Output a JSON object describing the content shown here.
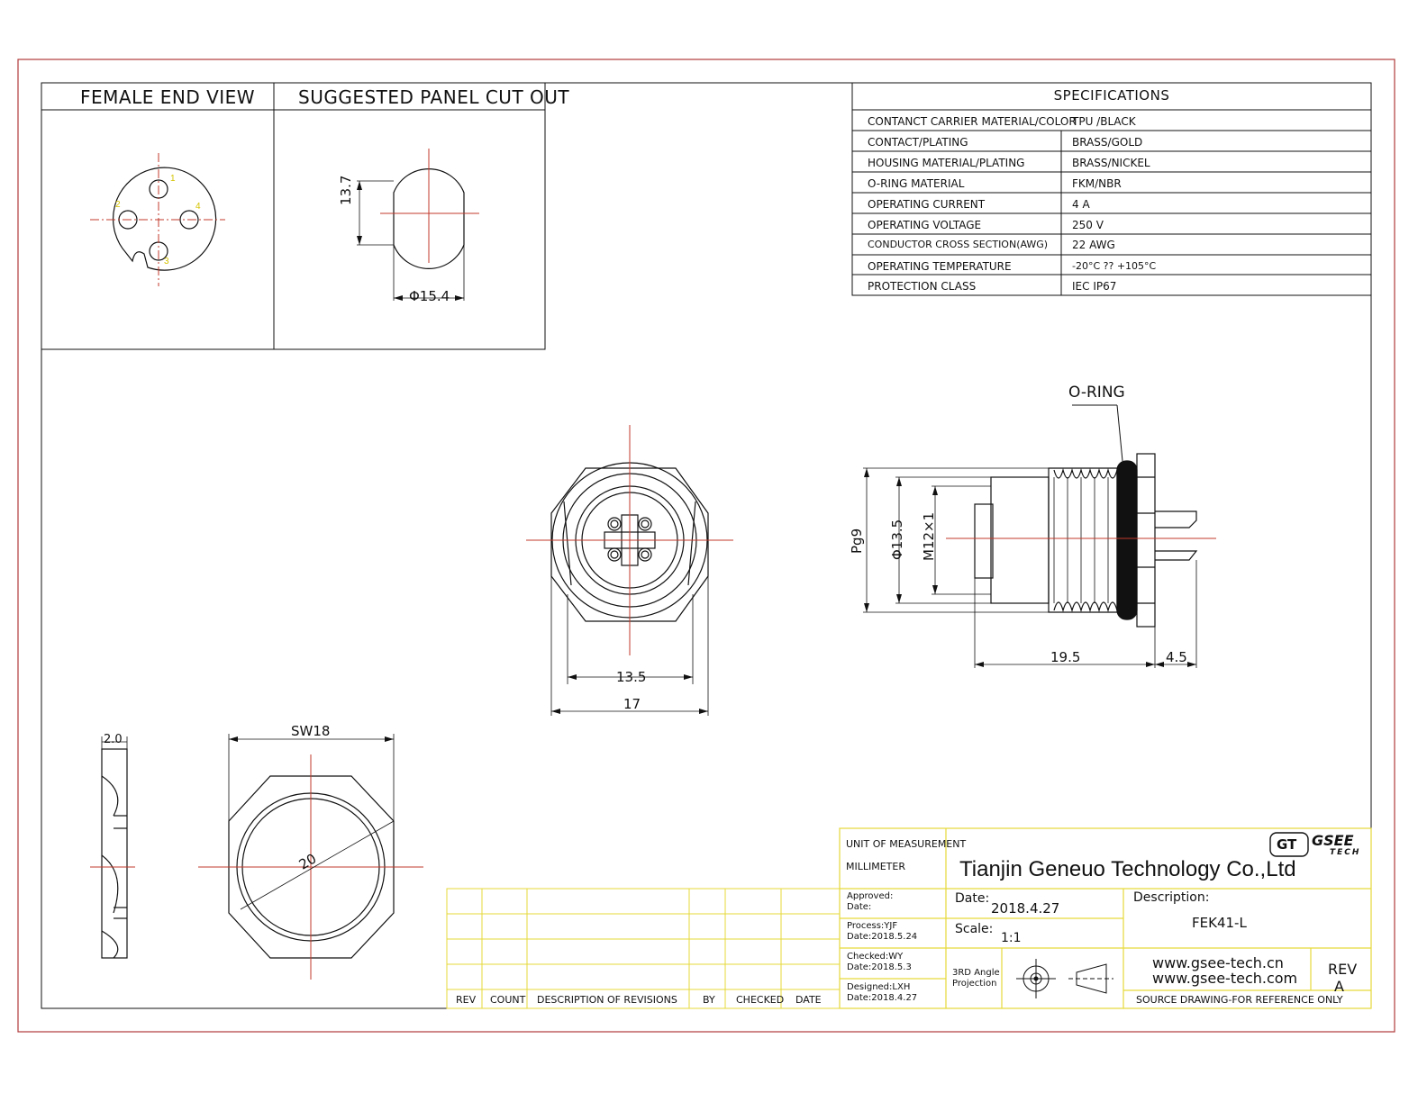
{
  "views": {
    "female_end_view": "FEMALE END VIEW",
    "panel_cut_out": "SUGGESTED PANEL CUT OUT"
  },
  "pin_numbers": [
    "1",
    "2",
    "3",
    "4"
  ],
  "panel_dims": {
    "height": "13.7",
    "diameter": "Φ15.4"
  },
  "specifications": {
    "title": "SPECIFICATIONS",
    "rows": [
      {
        "label": "CONTANCT CARRIER MATERIAL/COLOR",
        "value": "TPU /BLACK"
      },
      {
        "label": "CONTACT/PLATING",
        "value": "BRASS/GOLD"
      },
      {
        "label": "HOUSING MATERIAL/PLATING",
        "value": "BRASS/NICKEL"
      },
      {
        "label": "O-RING MATERIAL",
        "value": "FKM/NBR"
      },
      {
        "label": "OPERATING CURRENT",
        "value": "4 A"
      },
      {
        "label": "OPERATING VOLTAGE",
        "value": "250 V"
      },
      {
        "label": "CONDUCTOR CROSS SECTION(AWG)",
        "value": "22 AWG"
      },
      {
        "label": "OPERATING TEMPERATURE",
        "value": "-20°C ?? +105°C"
      },
      {
        "label": "PROTECTION CLASS",
        "value": "IEC  IP67"
      }
    ]
  },
  "front_dims": {
    "inner": "13.5",
    "outer": "17"
  },
  "side_dims": {
    "o_ring": "O-RING",
    "pg": "Pg9",
    "dia": "Φ13.5",
    "thread": "M12×1",
    "length": "19.5",
    "tail": "4.5"
  },
  "nut_dims": {
    "thickness": "2.0",
    "wrench": "SW18",
    "dia": "20"
  },
  "revision_table": {
    "headers": [
      "REV",
      "COUNT",
      "DESCRIPTION  OF  REVISIONS",
      "BY",
      "CHECKED",
      "DATE"
    ]
  },
  "title_block": {
    "unit_label": "UNIT OF MEASUREMENT",
    "unit_value": "MILLIMETER",
    "logo_mark": "GT",
    "logo_name": "GSEE",
    "logo_sub": "TECH",
    "company": "Tianjin Geneuo Technology Co.,Ltd",
    "approved": "Approved:",
    "approved_date": "Date:",
    "process": "Process:YJF",
    "process_date": "Date:2018.5.24",
    "checked": "Checked:WY",
    "checked_date": "Date:2018.5.3",
    "designed": "Designed:LXH",
    "designed_date": "Date:2018.4.27",
    "date_label": "Date:",
    "date_value": "2018.4.27",
    "scale_label": "Scale:",
    "scale_value": "1:1",
    "projection_1": "3RD Angle",
    "projection_2": "Projection",
    "description_label": "Description:",
    "description_value": "FEK41-L",
    "website_1": "www.gsee-tech.cn",
    "website_2": "www.gsee-tech.com",
    "rev_label": "REV",
    "rev_value": "A",
    "source_note": "SOURCE DRAWING-FOR REFERENCE ONLY"
  },
  "colors": {
    "border": "#b03a3a",
    "centerline": "#c0392b",
    "titleblock_yellow": "#e6d93a",
    "pin_label": "#d4c300",
    "line": "#111111"
  }
}
